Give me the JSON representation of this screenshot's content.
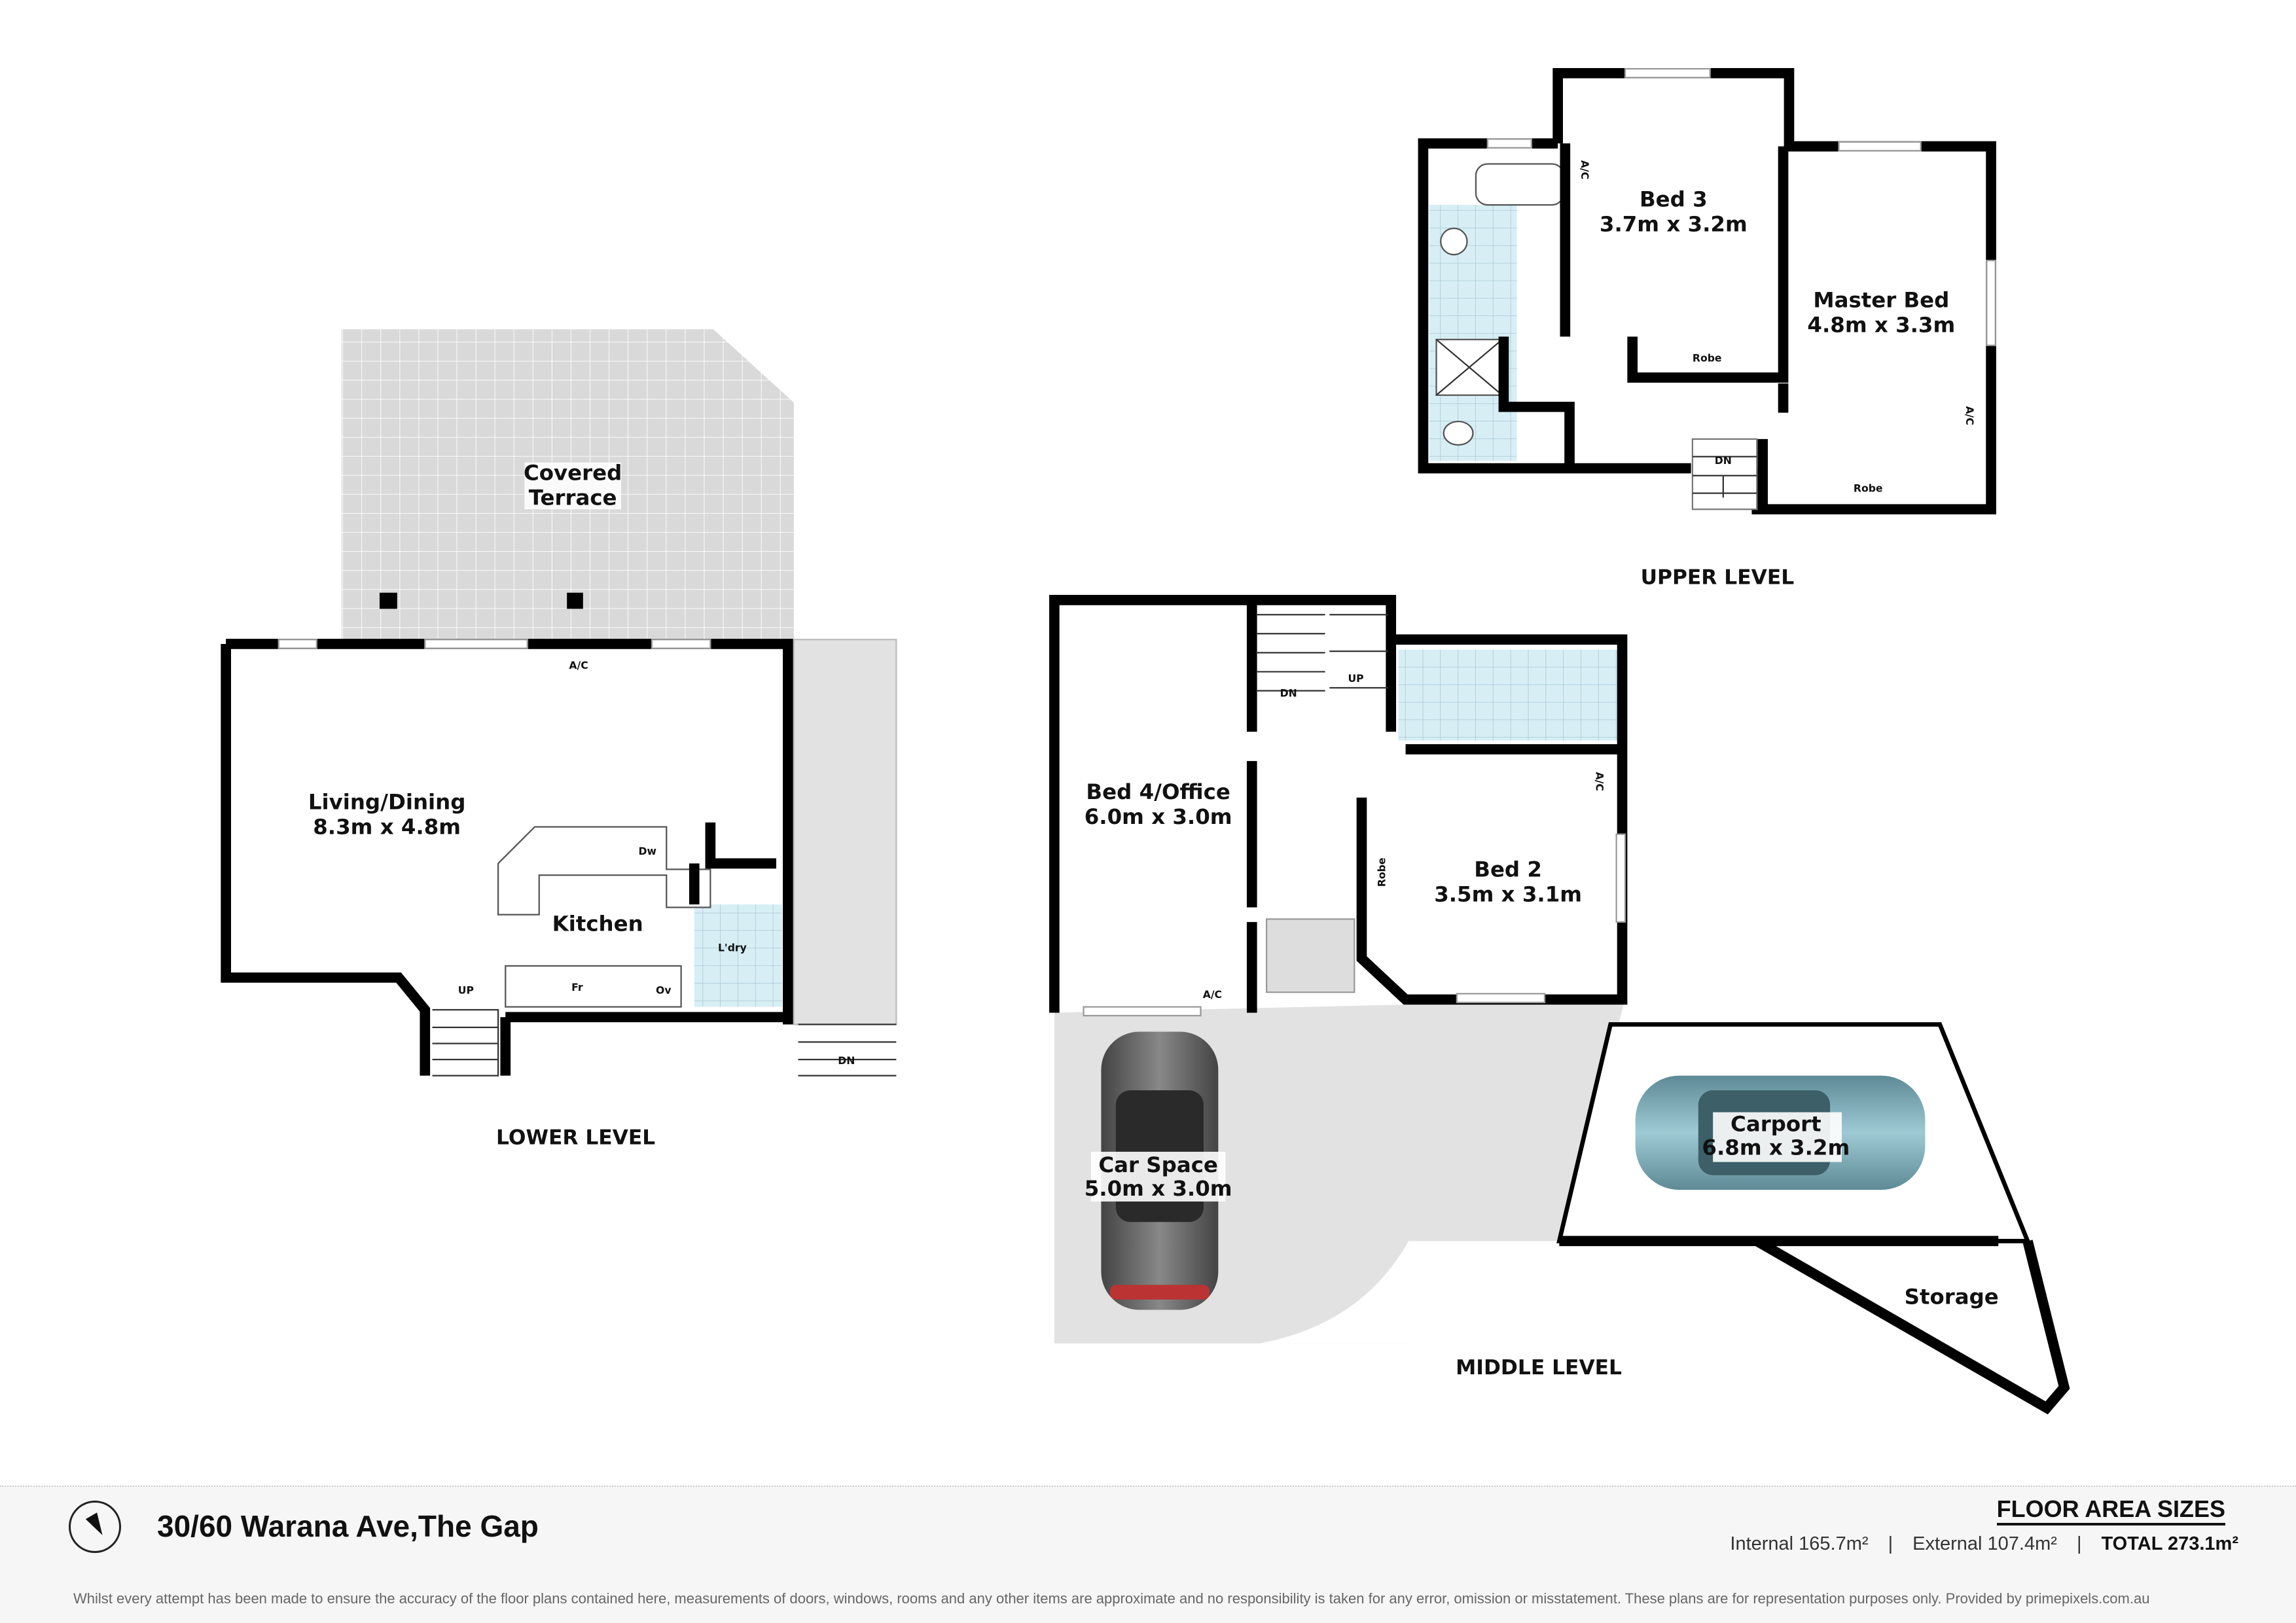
{
  "levels": {
    "upper": {
      "title": "UPPER LEVEL",
      "rooms": [
        {
          "name": "Bed 3",
          "size": "3.7m x 3.2m"
        },
        {
          "name": "Master Bed",
          "size": "4.8m x 3.3m"
        }
      ],
      "labels": {
        "robe1": "Robe",
        "robe2": "Robe",
        "ac1": "A/C",
        "ac2": "A/C",
        "stairs": "DN"
      }
    },
    "lower": {
      "title": "LOWER LEVEL",
      "rooms": [
        {
          "name": "Covered",
          "size": "Terrace"
        },
        {
          "name": "Living/Dining",
          "size": "8.3m x 4.8m"
        },
        {
          "name": "Kitchen"
        }
      ],
      "labels": {
        "ac": "A/C",
        "dw": "Dw",
        "fr": "Fr",
        "ov": "Ov",
        "laundry": "L'dry",
        "up": "UP",
        "dn": "DN"
      }
    },
    "middle": {
      "title": "MIDDLE LEVEL",
      "rooms": [
        {
          "name": "Bed 4/Office",
          "size": "6.0m x 3.0m"
        },
        {
          "name": "Bed 2",
          "size": "3.5m x 3.1m"
        },
        {
          "name": "Car Space",
          "size": "5.0m x 3.0m"
        },
        {
          "name": "Carport",
          "size": "6.8m x 3.2m"
        },
        {
          "name": "Storage"
        }
      ],
      "labels": {
        "dn": "DN",
        "up": "UP",
        "ac1": "A/C",
        "ac2": "A/C",
        "robe": "Robe"
      }
    }
  },
  "footer": {
    "address": "30/60 Warana Ave,The Gap",
    "floor_area_title": "FLOOR AREA SIZES",
    "internal": "Internal 165.7m²",
    "external": "External 107.4m²",
    "total": "TOTAL 273.1m²",
    "disclaimer": "Whilst every attempt has been made to ensure the accuracy of the floor plans contained here, measurements of doors, windows, rooms and any other items are approximate and no responsibility is taken for any error, omission or misstatement. These plans are for representation purposes only. Provided by primepixels.com.au"
  },
  "colors": {
    "wall": "#000000",
    "tile": "#d7eef5",
    "paving": "#e2e2e2",
    "terrace": "#d9d9d9"
  }
}
